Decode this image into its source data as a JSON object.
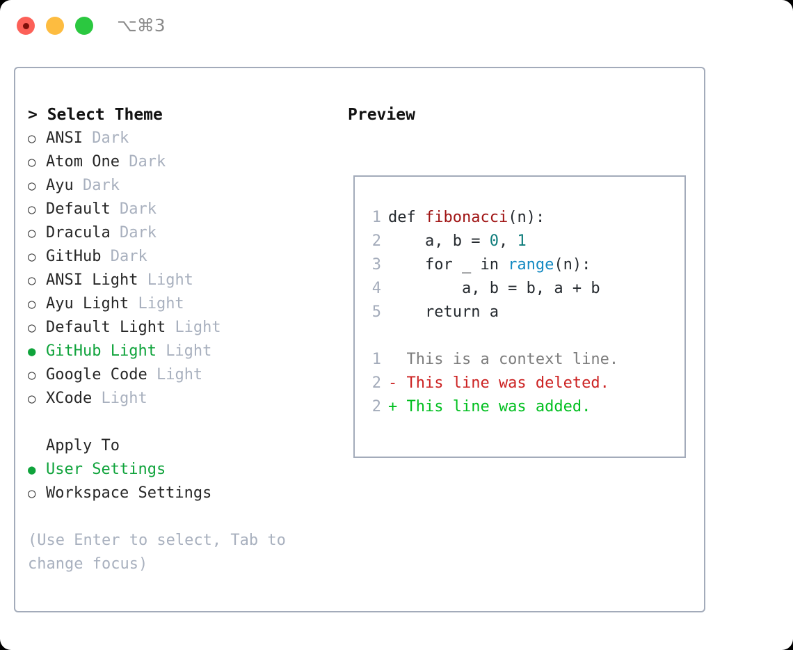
{
  "window": {
    "traffic_lights": [
      {
        "name": "close",
        "color": "#fc6058"
      },
      {
        "name": "minimize",
        "color": "#fdbc40"
      },
      {
        "name": "zoom",
        "color": "#2bc840"
      }
    ],
    "shortcut": "⌥⌘3"
  },
  "colors": {
    "accent_green": "#0fa33b",
    "muted": "#a8b0be",
    "border": "#a3abba",
    "text": "#262626",
    "diff_add": "#00bf1f",
    "diff_del": "#cc2222",
    "code_fn": "#a01414",
    "code_builtin": "#1389c2",
    "code_num": "#0e7c7b"
  },
  "left": {
    "title": "> Select Theme",
    "themes": [
      {
        "name": "ANSI",
        "variant": "Dark",
        "selected": false
      },
      {
        "name": "Atom One",
        "variant": "Dark",
        "selected": false
      },
      {
        "name": "Ayu",
        "variant": "Dark",
        "selected": false
      },
      {
        "name": "Default",
        "variant": "Dark",
        "selected": false
      },
      {
        "name": "Dracula",
        "variant": "Dark",
        "selected": false
      },
      {
        "name": "GitHub",
        "variant": "Dark",
        "selected": false
      },
      {
        "name": "ANSI Light",
        "variant": "Light",
        "selected": false
      },
      {
        "name": "Ayu Light",
        "variant": "Light",
        "selected": false
      },
      {
        "name": "Default Light",
        "variant": "Light",
        "selected": false
      },
      {
        "name": "GitHub Light",
        "variant": "Light",
        "selected": true
      },
      {
        "name": "Google Code",
        "variant": "Light",
        "selected": false
      },
      {
        "name": "XCode",
        "variant": "Light",
        "selected": false
      }
    ],
    "apply_to": {
      "title": "Apply To",
      "options": [
        {
          "name": "User Settings",
          "selected": true
        },
        {
          "name": "Workspace Settings",
          "selected": false
        }
      ]
    },
    "hint": "(Use Enter to select, Tab to change focus)",
    "bullet_off": "○",
    "bullet_on": "●"
  },
  "right": {
    "title": "Preview",
    "code_lines": [
      {
        "num": "1",
        "tokens": [
          {
            "t": "def ",
            "c": "plain"
          },
          {
            "t": "fibonacci",
            "c": "fn"
          },
          {
            "t": "(n):",
            "c": "plain"
          }
        ]
      },
      {
        "num": "2",
        "tokens": [
          {
            "t": "    a, b = ",
            "c": "plain"
          },
          {
            "t": "0",
            "c": "num"
          },
          {
            "t": ", ",
            "c": "plain"
          },
          {
            "t": "1",
            "c": "num"
          }
        ]
      },
      {
        "num": "3",
        "tokens": [
          {
            "t": "    for _ in ",
            "c": "plain"
          },
          {
            "t": "range",
            "c": "builtin"
          },
          {
            "t": "(n):",
            "c": "plain"
          }
        ]
      },
      {
        "num": "4",
        "tokens": [
          {
            "t": "        a, b = b, a + b",
            "c": "plain"
          }
        ]
      },
      {
        "num": "5",
        "tokens": [
          {
            "t": "    return a",
            "c": "plain"
          }
        ]
      }
    ],
    "diff_lines": [
      {
        "num": "1",
        "marker": " ",
        "text": "  This is a context line.",
        "kind": "ctx"
      },
      {
        "num": "2",
        "marker": "-",
        "text": "- This line was deleted.",
        "kind": "del"
      },
      {
        "num": "2",
        "marker": "+",
        "text": "+ This line was added.",
        "kind": "add"
      }
    ]
  }
}
